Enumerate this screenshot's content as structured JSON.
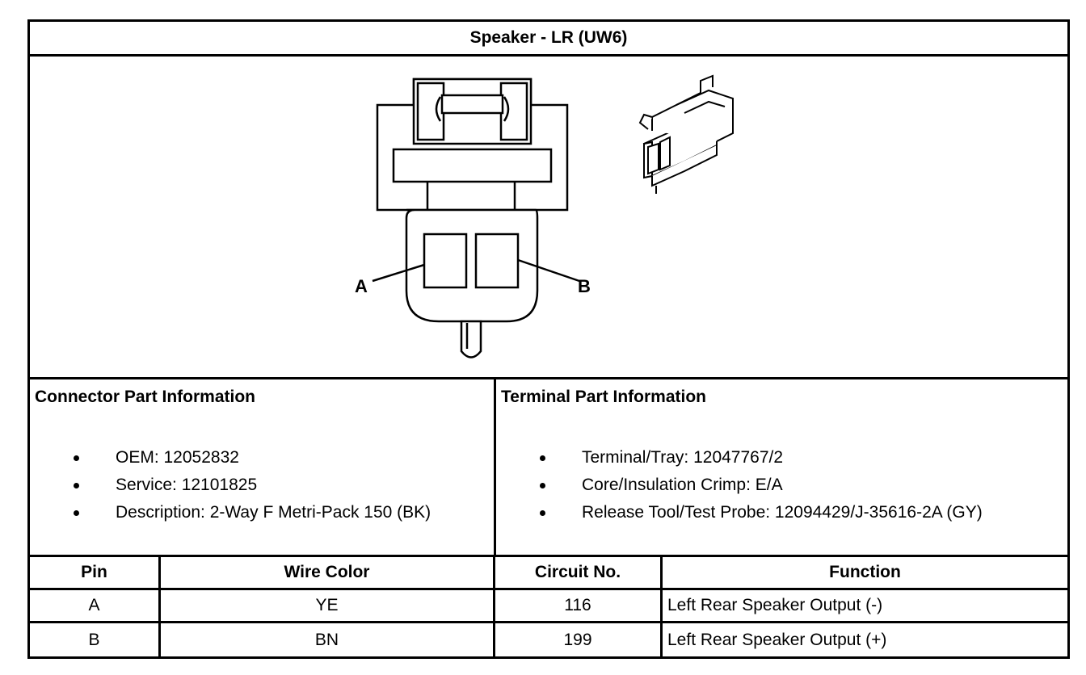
{
  "title": "Speaker - LR (UW6)",
  "figure": {
    "pin_labels": [
      "A",
      "B"
    ]
  },
  "connector_info": {
    "heading": "Connector Part Information",
    "items": [
      "OEM: 12052832",
      "Service: 12101825",
      "Description: 2-Way F Metri-Pack 150 (BK)"
    ]
  },
  "terminal_info": {
    "heading": "Terminal Part Information",
    "items": [
      "Terminal/Tray: 12047767/2",
      "Core/Insulation Crimp: E/A",
      "Release Tool/Test Probe: 12094429/J-35616-2A (GY)"
    ]
  },
  "table": {
    "headers": [
      "Pin",
      "Wire Color",
      "Circuit No.",
      "Function"
    ],
    "rows": [
      [
        "A",
        "YE",
        "116",
        "Left Rear Speaker Output (-)"
      ],
      [
        "B",
        "BN",
        "199",
        "Left Rear Speaker Output (+)"
      ]
    ]
  }
}
